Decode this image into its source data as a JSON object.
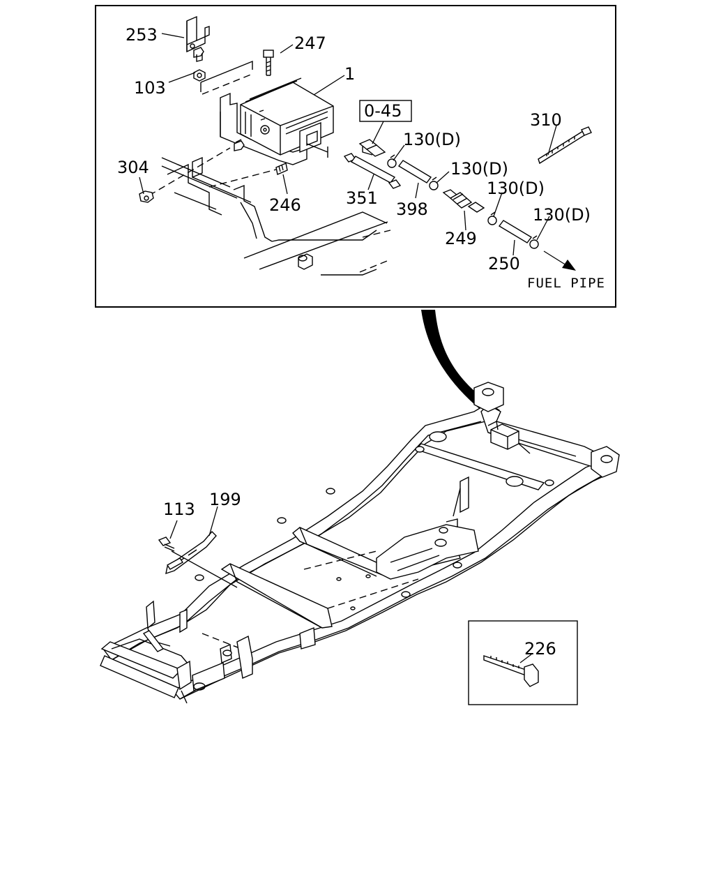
{
  "detail": {
    "labels": {
      "p253": "253",
      "p247": "247",
      "p1": "1",
      "p103": "103",
      "p045": "0-45",
      "p130a": "130(D)",
      "p130b": "130(D)",
      "p130c": "130(D)",
      "p130d": "130(D)",
      "p310": "310",
      "p304": "304",
      "p246": "246",
      "p351": "351",
      "p398": "398",
      "p249": "249",
      "p250": "250"
    },
    "fuel_pipe": "FUEL PIPE"
  },
  "frame": {
    "labels": {
      "p113": "113",
      "p199": "199"
    }
  },
  "inset": {
    "labels": {
      "p226": "226"
    }
  }
}
